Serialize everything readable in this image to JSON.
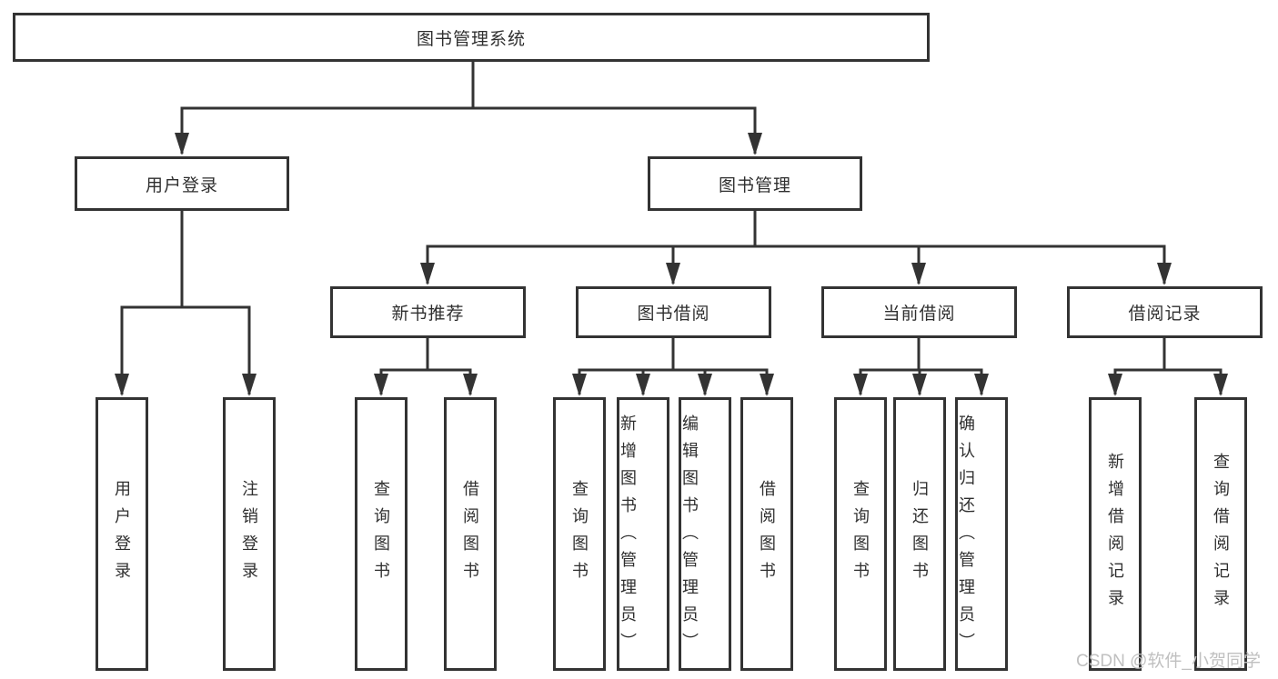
{
  "title": "图书管理系统",
  "watermark": "CSDN @软件_小贺同学",
  "appearance": {
    "background": "#ffffff",
    "line_color": "#333333",
    "border_color": "#333333",
    "text_color": "#2f2f2f",
    "watermark_color": "#c0c0c0"
  },
  "tree": {
    "label": "图书管理系统",
    "children": [
      {
        "label": "用户登录",
        "children": [
          {
            "label": "用户登录"
          },
          {
            "label": "注销登录"
          }
        ]
      },
      {
        "label": "图书管理",
        "children": [
          {
            "label": "新书推荐",
            "children": [
              {
                "label": "查询图书"
              },
              {
                "label": "借阅图书"
              }
            ]
          },
          {
            "label": "图书借阅",
            "children": [
              {
                "label": "查询图书"
              },
              {
                "label": "新增图书（管理员）"
              },
              {
                "label": "编辑图书（管理员）"
              },
              {
                "label": "借阅图书"
              }
            ]
          },
          {
            "label": "当前借阅",
            "children": [
              {
                "label": "查询图书"
              },
              {
                "label": "归还图书"
              },
              {
                "label": "确认归还（管理员）"
              }
            ]
          },
          {
            "label": "借阅记录",
            "children": [
              {
                "label": "新增借阅记录"
              },
              {
                "label": "查询借阅记录"
              }
            ]
          }
        ]
      }
    ]
  }
}
